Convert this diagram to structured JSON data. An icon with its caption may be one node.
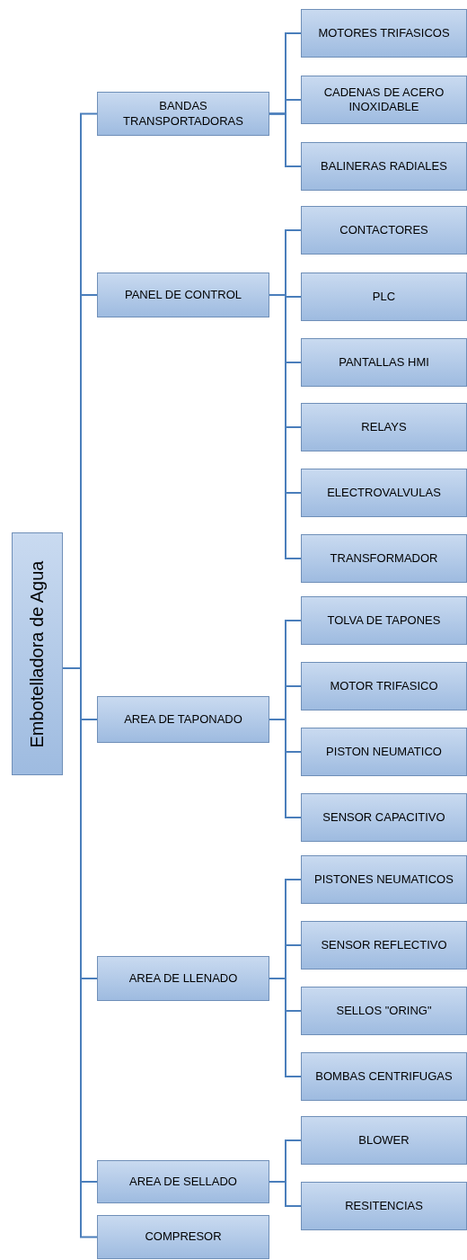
{
  "diagram": {
    "nodes": [
      {
        "text": [
          "Embotelladora de Agua"
        ]
      },
      {
        "text": [
          "BANDAS TRANSPORTADORAS"
        ]
      },
      {
        "text": [
          "MOTORES TRIFASICOS"
        ]
      },
      {
        "text": [
          "CADENAS DE ACERO INOXIDABLE"
        ]
      },
      {
        "text": [
          "BALINERAS RADIALES"
        ]
      },
      {
        "text": [
          "PANEL DE CONTROL"
        ]
      },
      {
        "text": [
          "CONTACTORES"
        ]
      },
      {
        "text": [
          "PLC"
        ]
      },
      {
        "text": [
          "PANTALLAS HMI"
        ]
      },
      {
        "text": [
          "RELAYS"
        ]
      },
      {
        "text": [
          "ELECTROVALVULAS"
        ]
      },
      {
        "text": [
          "TRANSFORMADOR"
        ]
      },
      {
        "text": [
          "AREA DE TAPONADO"
        ]
      },
      {
        "text": [
          "TOLVA DE TAPONES"
        ]
      },
      {
        "text": [
          "MOTOR TRIFASICO"
        ]
      },
      {
        "text": [
          "PISTON NEUMATICO"
        ]
      },
      {
        "text": [
          "SENSOR CAPACITIVO"
        ]
      },
      {
        "text": [
          "AREA DE LLENADO"
        ]
      },
      {
        "text": [
          "PISTONES NEUMATICOS"
        ]
      },
      {
        "text": [
          "SENSOR REFLECTIVO"
        ]
      },
      {
        "text": [
          "SELLOS \"ORING\""
        ]
      },
      {
        "text": [
          "BOMBAS CENTRIFUGAS"
        ]
      },
      {
        "text": [
          "AREA DE SELLADO"
        ]
      },
      {
        "text": [
          "BLOWER"
        ]
      },
      {
        "text": [
          "RESITENCIAS"
        ]
      },
      {
        "text": [
          "COMPRESOR"
        ]
      }
    ],
    "edges": [
      {
        "from": 0,
        "to": 1,
        "arrow": "none"
      },
      {
        "from": 0,
        "to": 5,
        "arrow": "none"
      },
      {
        "from": 0,
        "to": 12,
        "arrow": "none"
      },
      {
        "from": 0,
        "to": 17,
        "arrow": "none"
      },
      {
        "from": 0,
        "to": 22,
        "arrow": "none"
      },
      {
        "from": 0,
        "to": 25,
        "arrow": "none"
      },
      {
        "from": 1,
        "to": 2,
        "arrow": "none"
      },
      {
        "from": 1,
        "to": 3,
        "arrow": "none"
      },
      {
        "from": 1,
        "to": 4,
        "arrow": "none"
      },
      {
        "from": 5,
        "to": 6,
        "arrow": "none"
      },
      {
        "from": 5,
        "to": 7,
        "arrow": "none"
      },
      {
        "from": 5,
        "to": 8,
        "arrow": "none"
      },
      {
        "from": 5,
        "to": 9,
        "arrow": "none"
      },
      {
        "from": 5,
        "to": 10,
        "arrow": "none"
      },
      {
        "from": 5,
        "to": 11,
        "arrow": "none"
      },
      {
        "from": 12,
        "to": 13,
        "arrow": "none"
      },
      {
        "from": 12,
        "to": 14,
        "arrow": "none"
      },
      {
        "from": 12,
        "to": 15,
        "arrow": "none"
      },
      {
        "from": 12,
        "to": 16,
        "arrow": "none"
      },
      {
        "from": 17,
        "to": 18,
        "arrow": "none"
      },
      {
        "from": 17,
        "to": 19,
        "arrow": "none"
      },
      {
        "from": 17,
        "to": 20,
        "arrow": "none"
      },
      {
        "from": 17,
        "to": 21,
        "arrow": "none"
      },
      {
        "from": 22,
        "to": 23,
        "arrow": "none"
      },
      {
        "from": 22,
        "to": 24,
        "arrow": "none"
      }
    ]
  }
}
